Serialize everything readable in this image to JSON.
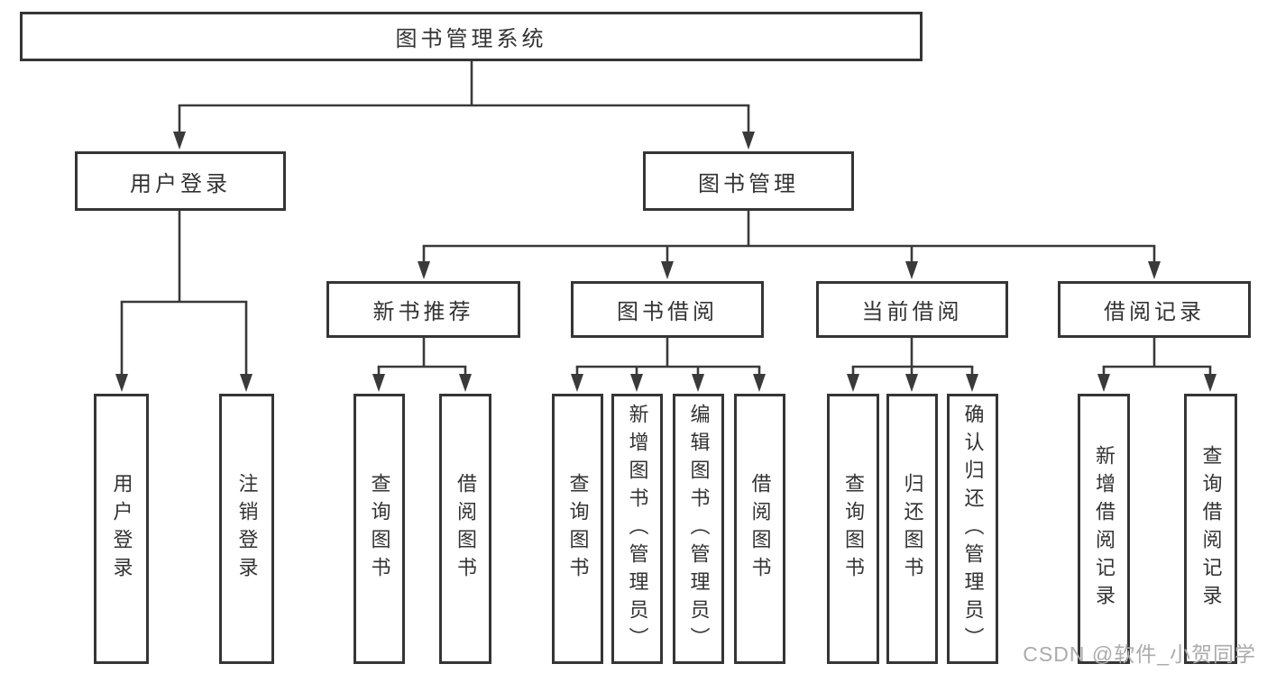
{
  "title": "图书管理系统",
  "watermark": "CSDN @软件_小贺同学",
  "colors": {
    "line": "#3a3a3a",
    "box_border": "#353535",
    "box_fill": "#ffffff",
    "text": "#333333",
    "watermark": "#ababab",
    "background": "#ffffff"
  },
  "nodes": {
    "root": {
      "label": "图书管理系统"
    },
    "userLogin": {
      "label": "用户登录",
      "children": [
        "用户登录",
        "注销登录"
      ]
    },
    "bookMgmt": {
      "label": "图书管理"
    },
    "newBooks": {
      "label": "新书推荐",
      "children": [
        "查询图书",
        "借阅图书"
      ]
    },
    "bookBorrow": {
      "label": "图书借阅",
      "children": [
        "查询图书",
        "新增图书（管理员）",
        "编辑图书（管理员）",
        "借阅图书"
      ]
    },
    "currentBorrow": {
      "label": "当前借阅",
      "children": [
        "查询图书",
        "归还图书",
        "确认归还（管理员）"
      ]
    },
    "borrowRecords": {
      "label": "借阅记录",
      "children": [
        "新增借阅记录",
        "查询借阅记录"
      ]
    }
  }
}
